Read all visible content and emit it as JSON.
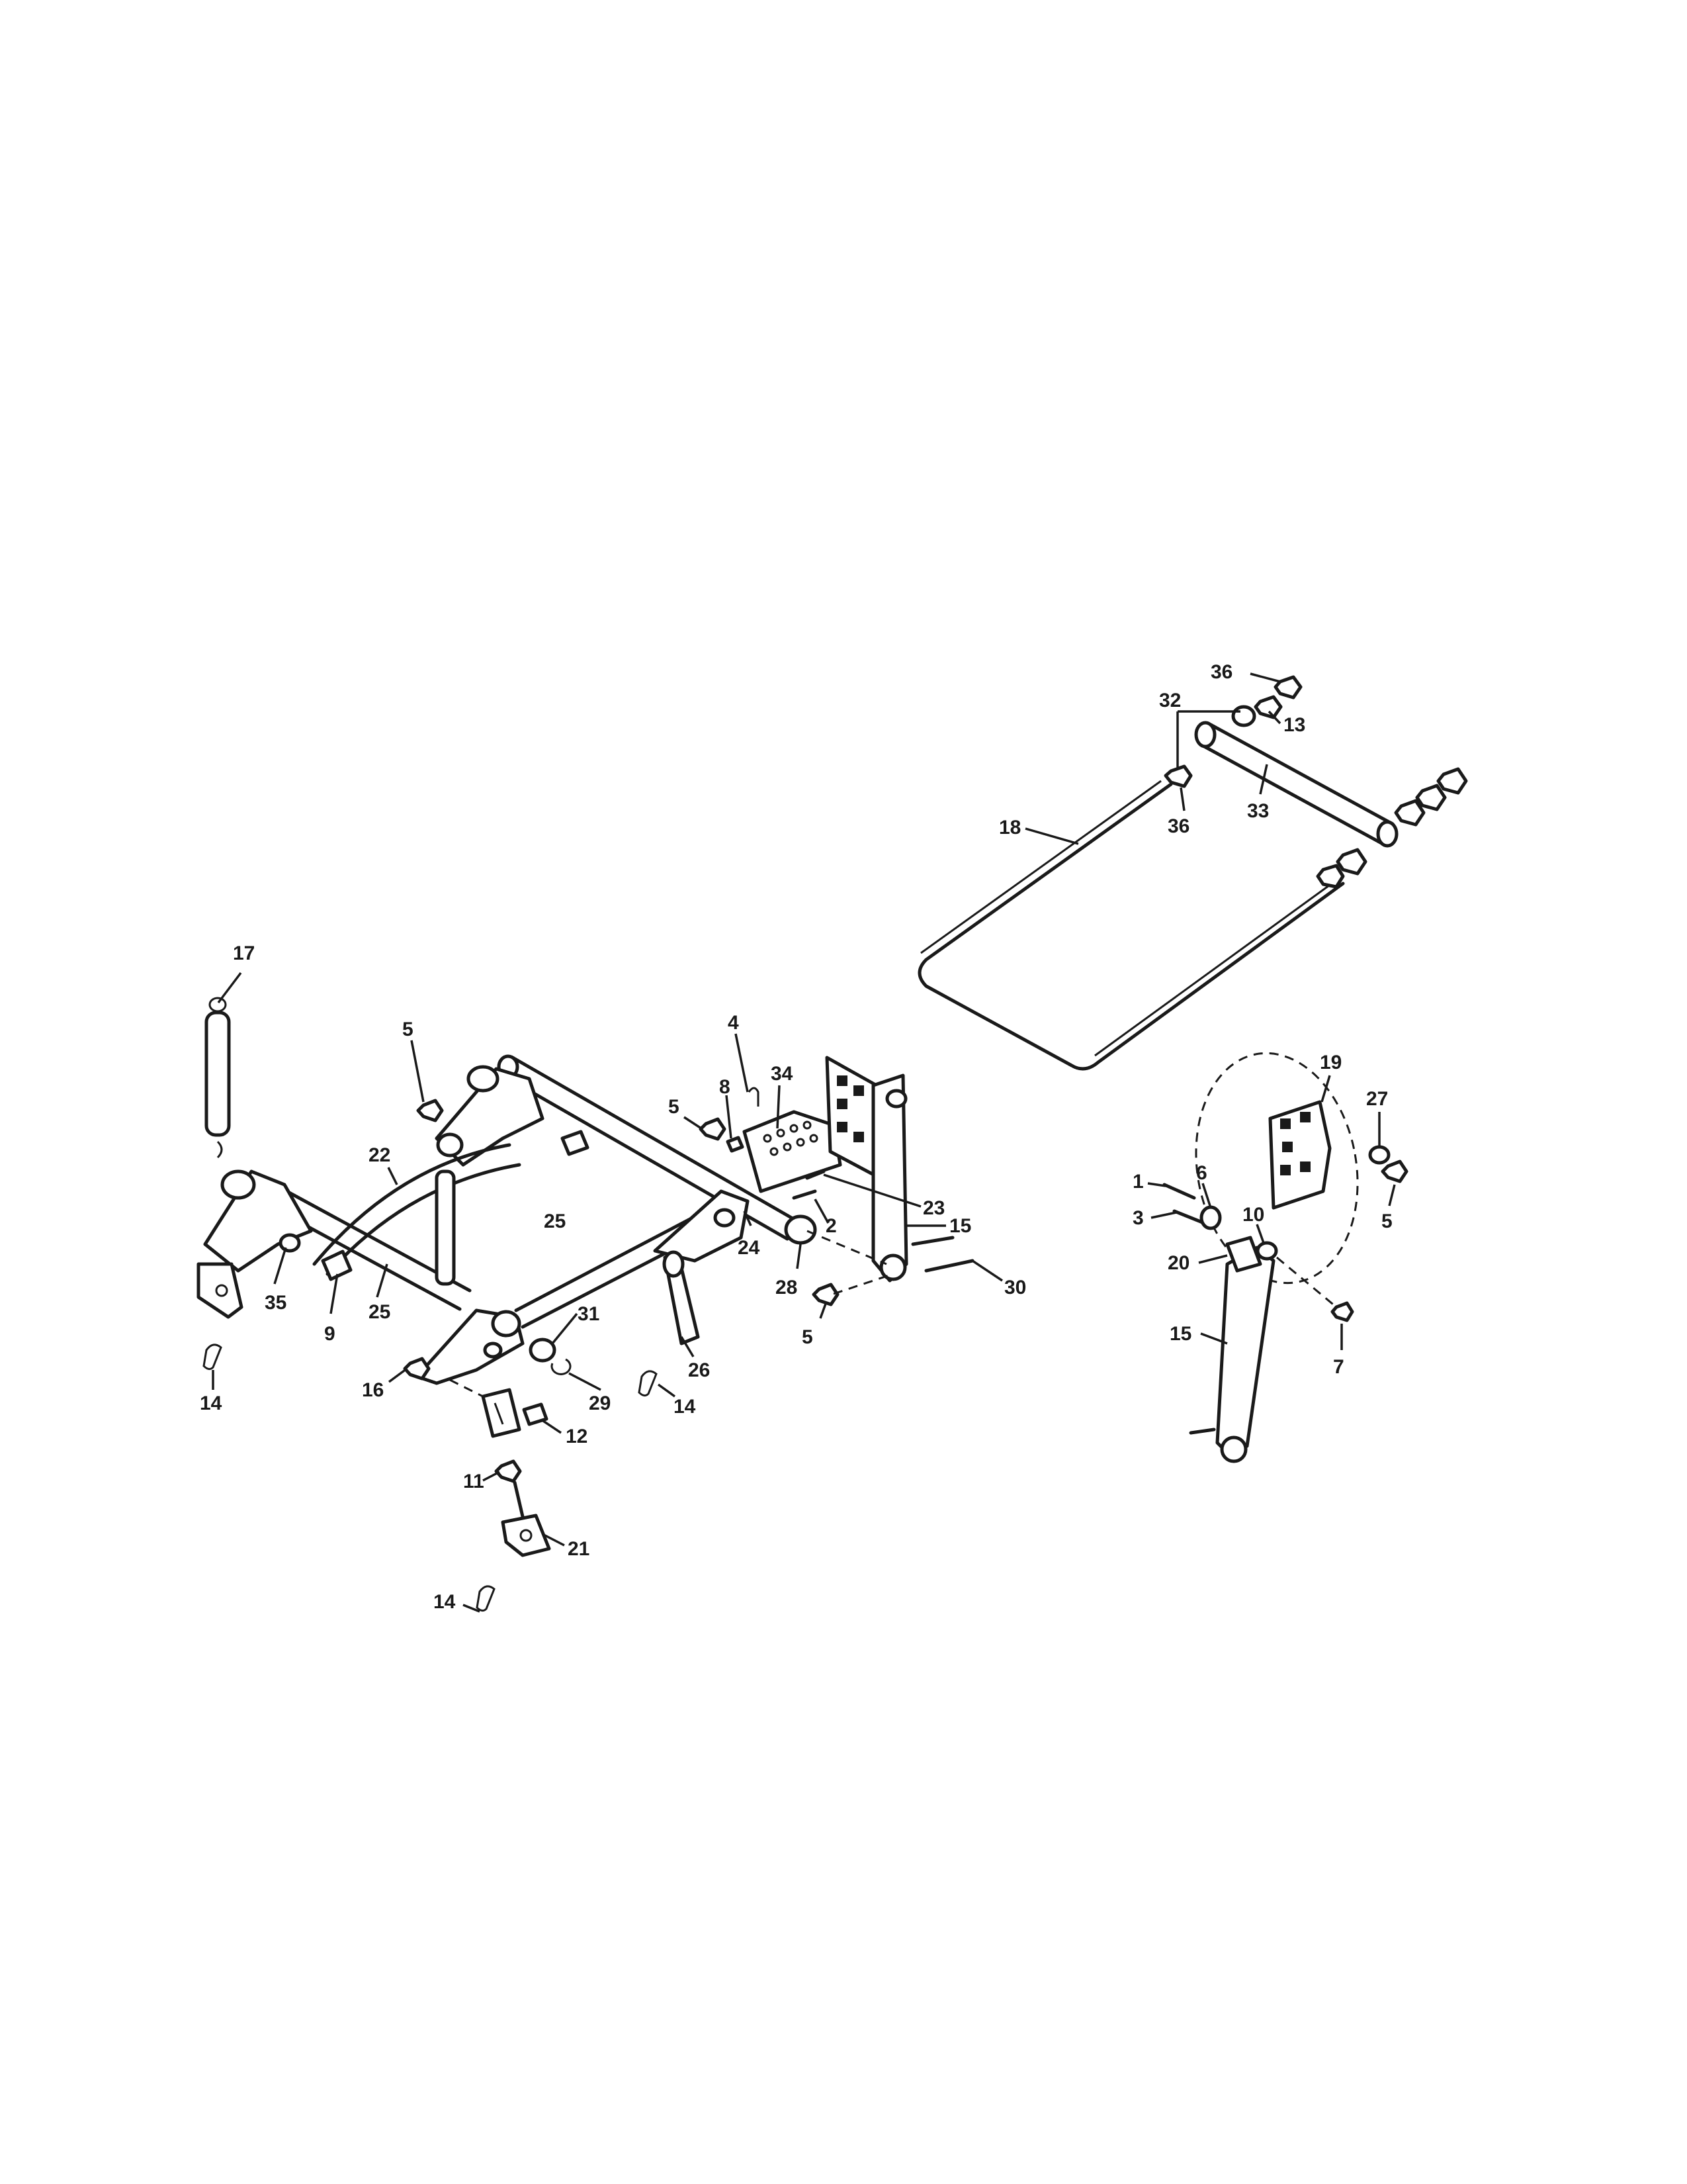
{
  "callouts": {
    "c1": "1",
    "c2": "2",
    "c3": "3",
    "c4": "4",
    "c5a": "5",
    "c5b": "5",
    "c5c": "5",
    "c5d": "5",
    "c6": "6",
    "c7": "7",
    "c8": "8",
    "c9": "9",
    "c10": "10",
    "c11": "11",
    "c12": "12",
    "c13": "13",
    "c14a": "14",
    "c14b": "14",
    "c14c": "14",
    "c15a": "15",
    "c15b": "15",
    "c16": "16",
    "c17": "17",
    "c18": "18",
    "c19": "19",
    "c20": "20",
    "c21": "21",
    "c22": "22",
    "c23": "23",
    "c24": "24",
    "c25a": "25",
    "c25b": "25",
    "c26": "26",
    "c27": "27",
    "c28": "28",
    "c29": "29",
    "c30": "30",
    "c31": "31",
    "c32": "32",
    "c33": "33",
    "c34": "34",
    "c35": "35",
    "c36a": "36",
    "c36b": "36"
  }
}
